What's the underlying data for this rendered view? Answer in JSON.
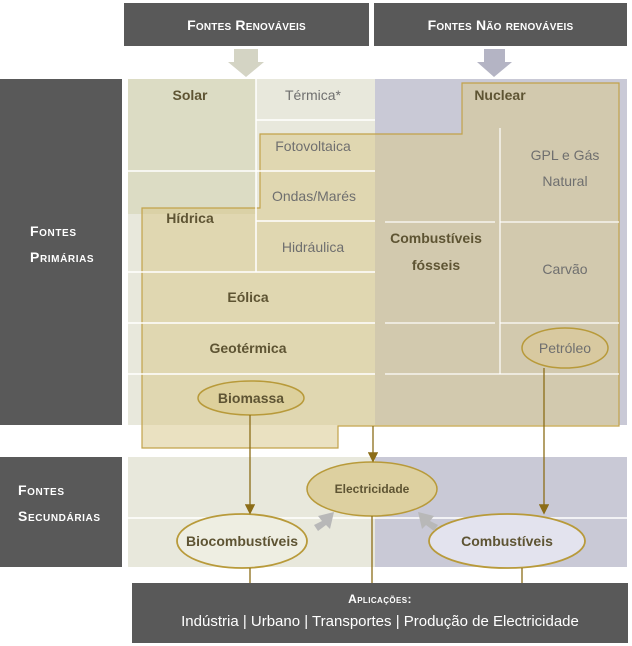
{
  "headers": {
    "renewable": "Fontes Renováveis",
    "non_renewable": "Fontes Não renováveis"
  },
  "side": {
    "primary_line1": "Fontes",
    "primary_line2": "Primárias",
    "secondary_line1": "Fontes",
    "secondary_line2": "Secundárias"
  },
  "primary": {
    "solar": "Solar",
    "termica": "Térmica*",
    "fotovoltaica": "Fotovoltaica",
    "hidrica": "Hídrica",
    "ondas": "Ondas/Marés",
    "hidraulica": "Hidráulica",
    "eolica": "Eólica",
    "geotermica": "Geotérmica",
    "biomassa": "Biomassa",
    "nuclear": "Nuclear",
    "combustiveis_fosseis_1": "Combustíveis",
    "combustiveis_fosseis_2": "fósseis",
    "gpl_1": "GPL e Gás",
    "gpl_2": "Natural",
    "carvao": "Carvão",
    "petroleo": "Petróleo"
  },
  "secondary": {
    "electricidade": "Electricidade",
    "biocombustiveis": "Biocombustíveis",
    "combustiveis": "Combustíveis"
  },
  "applications": {
    "title": "Aplicações:",
    "items": "Indústria | Urbano | Transportes | Produção de Electricidade"
  },
  "colors": {
    "dark_panel": "#595959",
    "renewable_bg": "#e6e6d9",
    "non_renewable_bg": "#c7c7d3",
    "highlight_fill": "#ddd0a0",
    "outline": "#b89a3a",
    "arrow": "#8c6d18"
  }
}
